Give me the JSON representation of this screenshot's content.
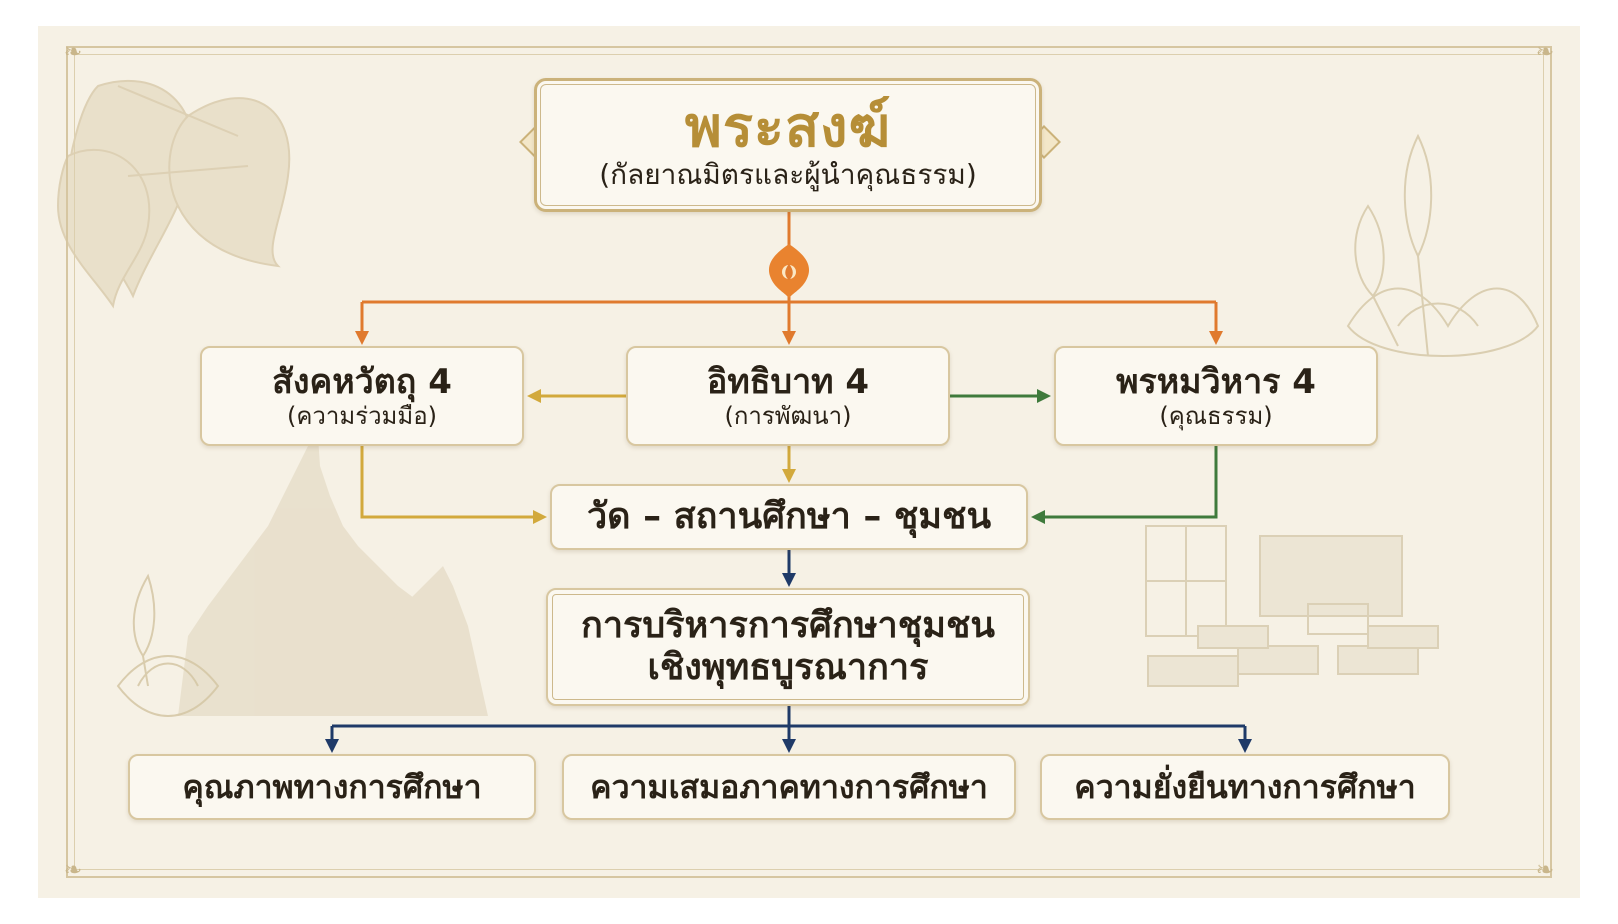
{
  "top": {
    "title": "พระสงฆ์",
    "subtitle": "(กัลยาณมิตรและผู้นำคุณธรรม)"
  },
  "principles": [
    {
      "title": "สังคหวัตถุ 4",
      "subtitle": "(ความร่วมมือ)"
    },
    {
      "title": "อิทธิบาท 4",
      "subtitle": "(การพัฒนา)"
    },
    {
      "title": "พรหมวิหาร 4",
      "subtitle": "(คุณธรรม)"
    }
  ],
  "hub": "วัด – สถานศึกษา – ชุมชน",
  "management": {
    "line1": "การบริหารการศึกษาชุมชน",
    "line2": "เชิงพุทธบูรณาการ"
  },
  "outcomes": [
    "คุณภาพทางการศึกษา",
    "ความเสมอภาคทางการศึกษา",
    "ความยั่งยืนทางการศึกษา"
  ],
  "colors": {
    "orange_connector": "#e07a2e",
    "gold_connector": "#d2a93c",
    "green_connector": "#3f7a3c",
    "navy_connector": "#1f3a68",
    "title_gold": "#b68e37",
    "background": "#f6f1e5"
  }
}
